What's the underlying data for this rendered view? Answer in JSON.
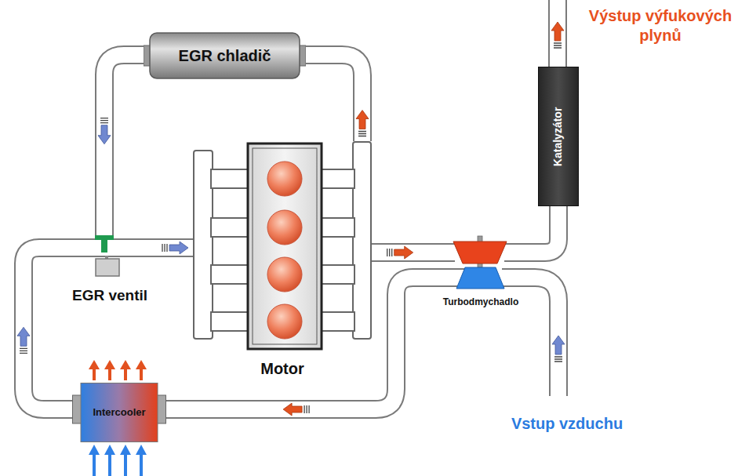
{
  "diagram": {
    "nodes": [
      {
        "text": [
          "EGR chladič"
        ]
      },
      {
        "text": [
          "Katalyzátor"
        ]
      },
      {
        "text": [
          "Motor"
        ]
      },
      {
        "text": [
          "EGR ventil"
        ]
      },
      {
        "text": [
          "Turbodmychadlo"
        ]
      },
      {
        "text": [
          "Intercooler"
        ]
      }
    ],
    "edges": [
      {
        "from": 2,
        "to": 0,
        "arrow": "to"
      },
      {
        "from": 0,
        "to": 3,
        "arrow": "to"
      },
      {
        "from": 3,
        "to": 2,
        "arrow": "to"
      },
      {
        "from": 2,
        "to": 4,
        "arrow": "to"
      },
      {
        "from": 4,
        "to": 1,
        "arrow": "none"
      },
      {
        "from": 4,
        "to": 5,
        "arrow": "to"
      },
      {
        "from": 5,
        "to": 3,
        "arrow": "to"
      }
    ],
    "labels": [
      "Výstup výfukových plynů",
      "Vstup vzduchu"
    ]
  }
}
